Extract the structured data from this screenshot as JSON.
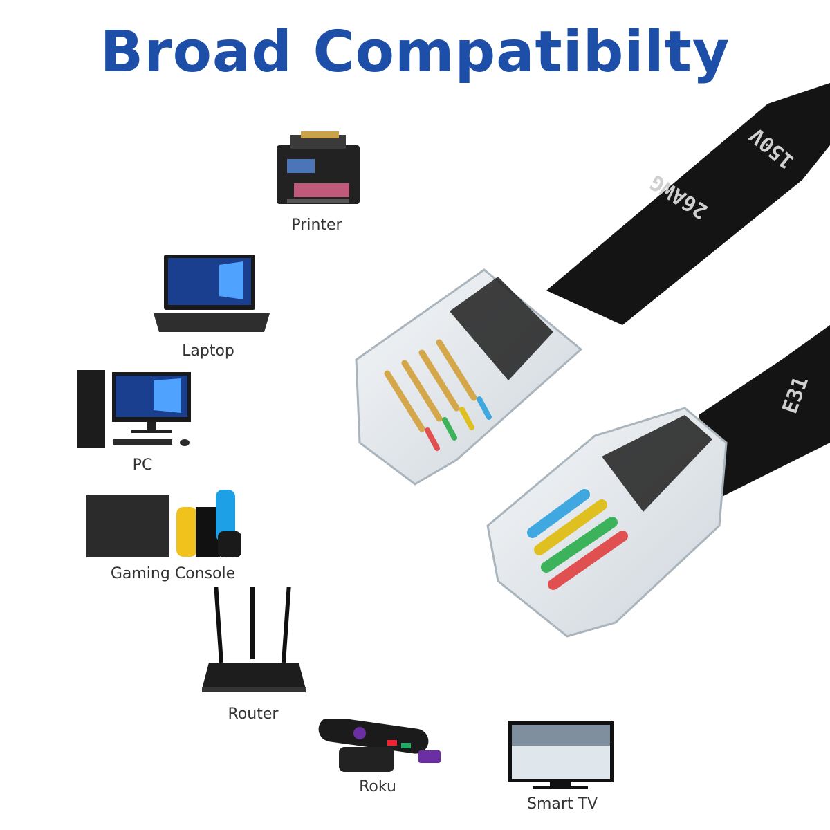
{
  "title": "Broad Compatibilty",
  "colors": {
    "title": "#1d4fa8",
    "cable": "#141414",
    "label": "#333333"
  },
  "devices": [
    {
      "label": "Printer",
      "icon": "printer-icon"
    },
    {
      "label": "Laptop",
      "icon": "laptop-icon"
    },
    {
      "label": "PC",
      "icon": "desktop-pc-icon"
    },
    {
      "label": "Gaming Console",
      "icon": "gaming-console-icon"
    },
    {
      "label": "Router",
      "icon": "router-icon"
    },
    {
      "label": "Roku",
      "icon": "roku-streaming-icon"
    },
    {
      "label": "Smart TV",
      "icon": "smart-tv-icon"
    }
  ],
  "cable": {
    "print_top": "150V",
    "print_middle": "26AWG",
    "print_bottom": "E31"
  }
}
